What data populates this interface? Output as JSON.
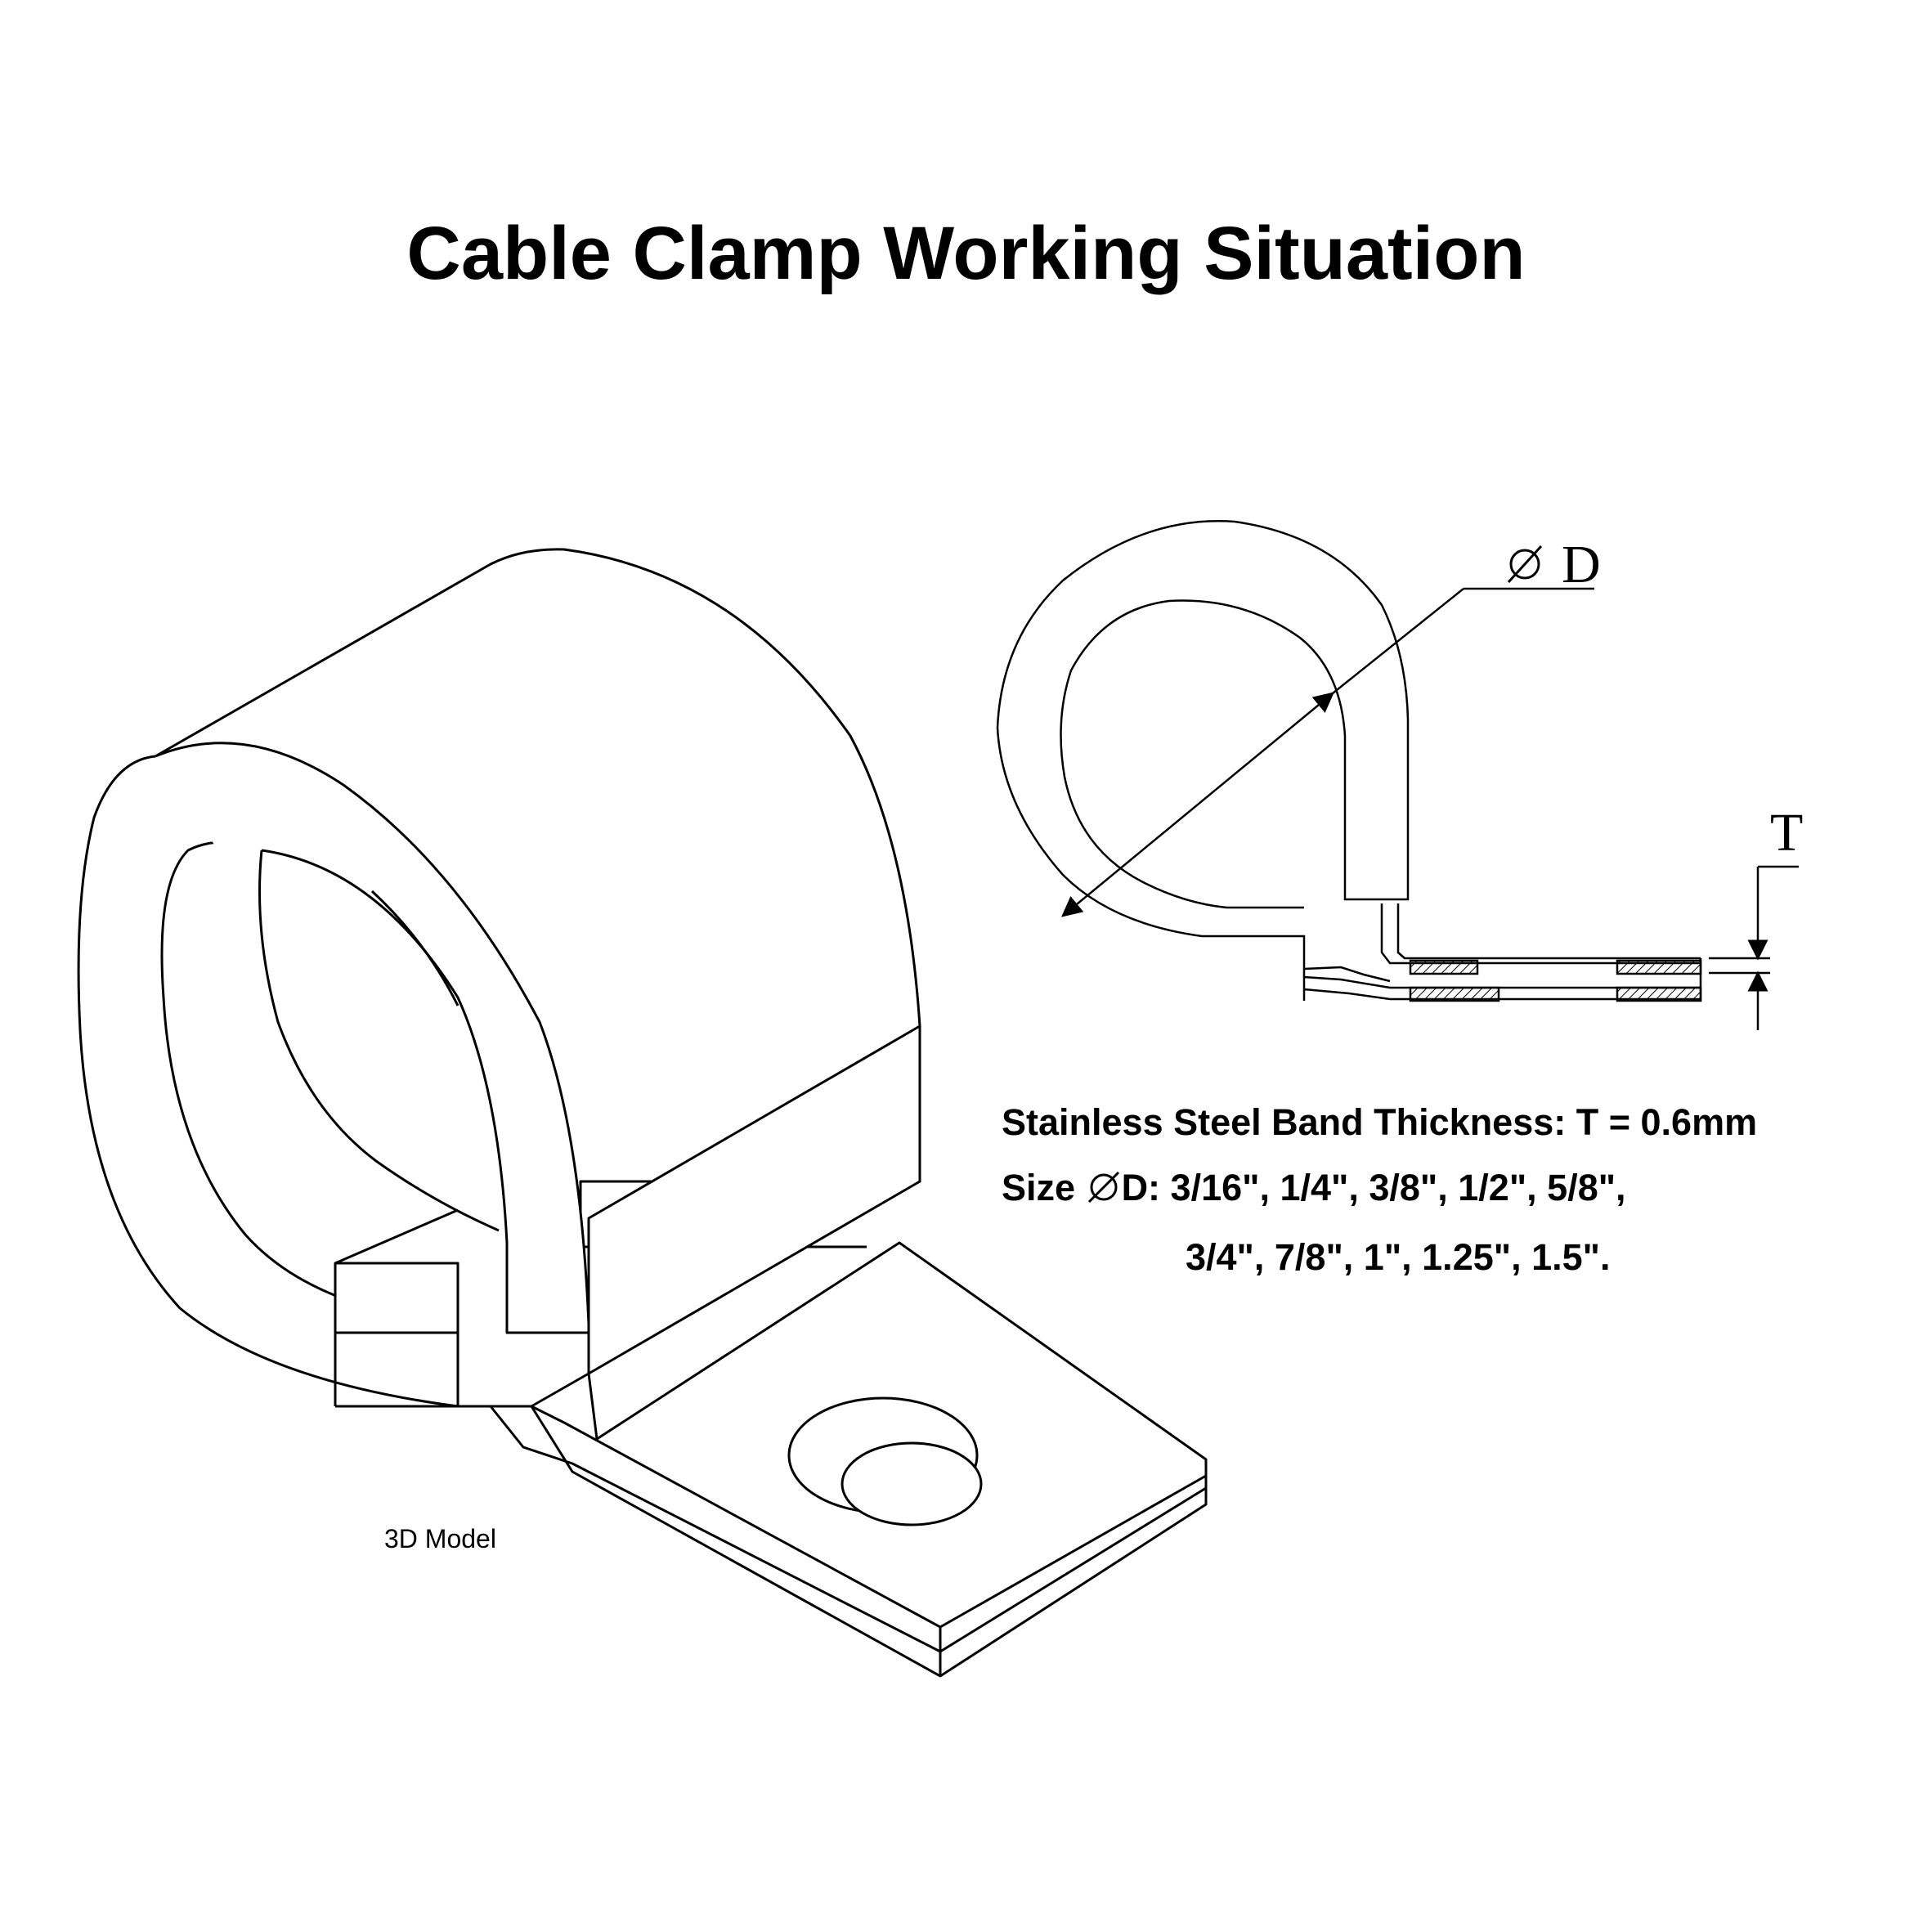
{
  "title": "Cable Clamp Working Situation",
  "drawing": {
    "caption": "3D Model",
    "dim_diameter": "D",
    "dim_thickness": "T"
  },
  "specs": {
    "thickness": "Stainless Steel Band Thickness: T = 0.6mm",
    "size_label": "Size",
    "size_values_1": "D: 3/16\", 1/4\", 3/8\", 1/2\", 5/8\",",
    "size_values_2": "3/4\", 7/8\", 1\", 1.25\", 1.5\"."
  },
  "icons": [
    "diameter-symbol-icon"
  ]
}
